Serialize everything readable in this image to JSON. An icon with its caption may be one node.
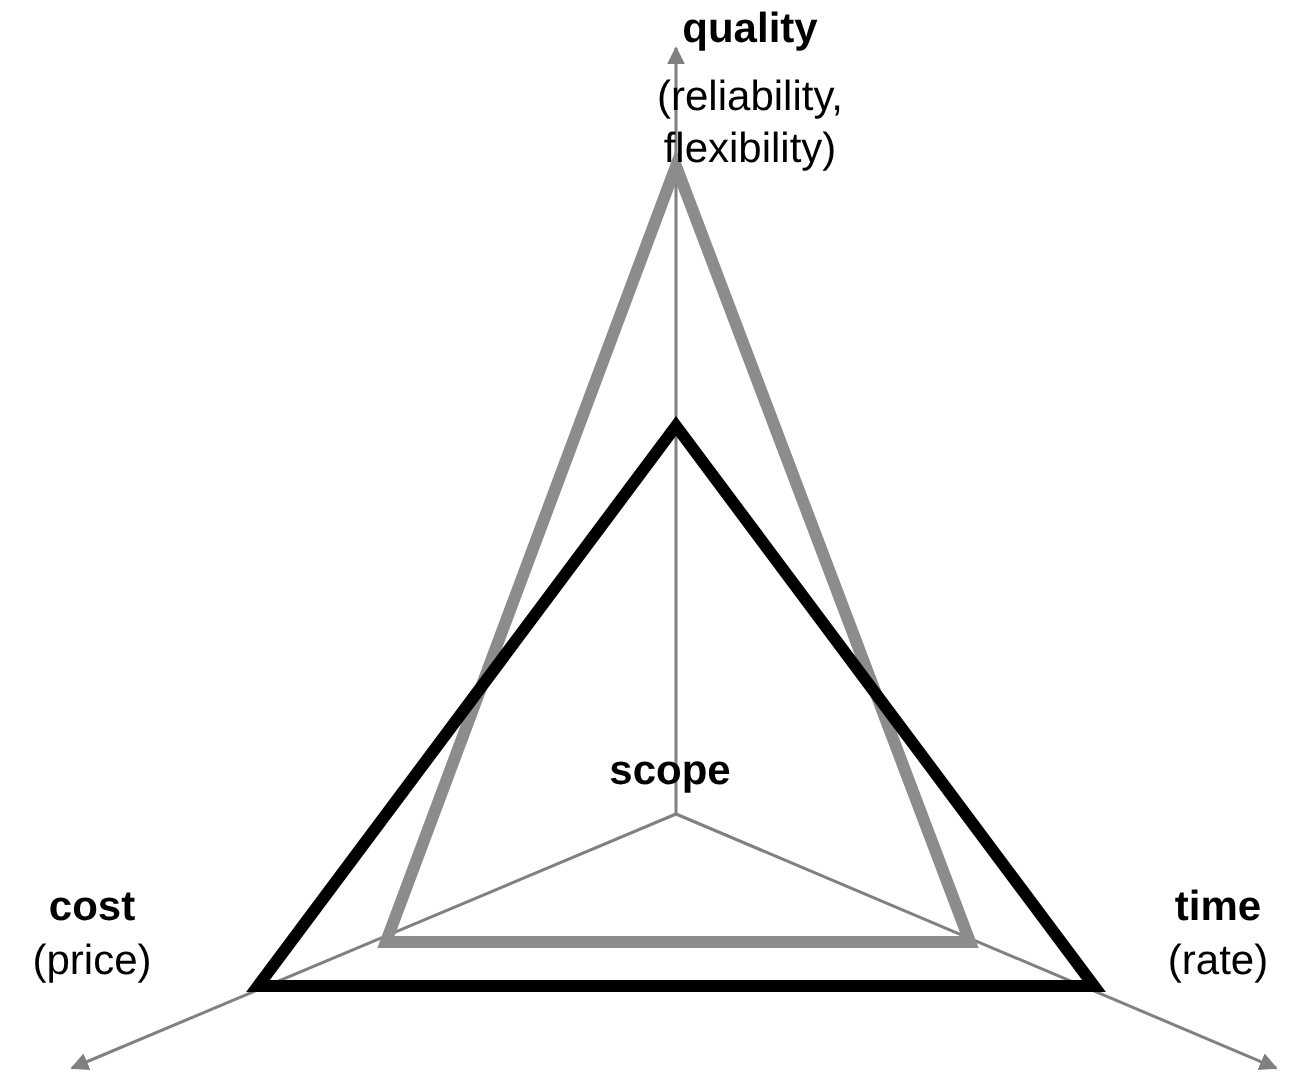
{
  "diagram": {
    "labels": [
      "quality",
      "(reliability, flexibility)",
      "scope",
      "cost",
      "(price)",
      "time",
      "(rate)"
    ]
  }
}
